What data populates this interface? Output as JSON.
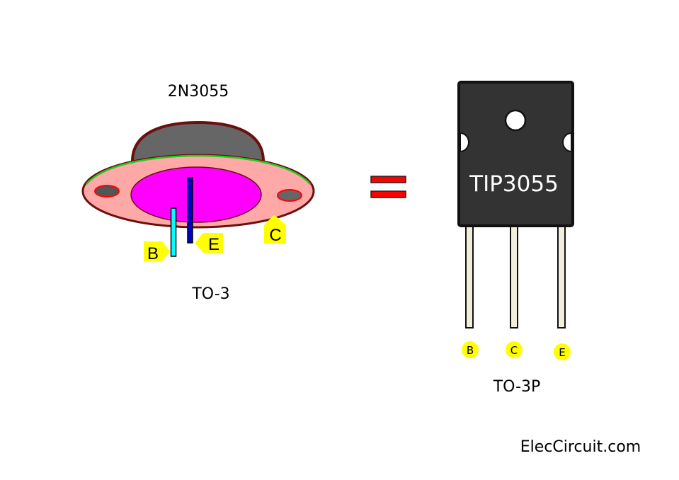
{
  "left_part": {
    "title": "2N3055",
    "package": "TO-3",
    "pins": [
      {
        "label": "B",
        "color": "#00ffff"
      },
      {
        "label": "E",
        "color": "#0000cc"
      },
      {
        "label": "C",
        "color": ""
      }
    ]
  },
  "equals_symbol": {
    "color": "#ff0000"
  },
  "right_part": {
    "part_name": "TIP3055",
    "package": "TO-3P",
    "pins": [
      "B",
      "C",
      "E"
    ]
  },
  "colors": {
    "label_bg": "#ffff00",
    "flange": "#ffa8a8",
    "base_disc": "#ff00ff",
    "cap": "#666666",
    "body_dark": "#333333",
    "lead": "#f2eedc"
  },
  "footer": {
    "site": "ElecCircuit.com"
  }
}
